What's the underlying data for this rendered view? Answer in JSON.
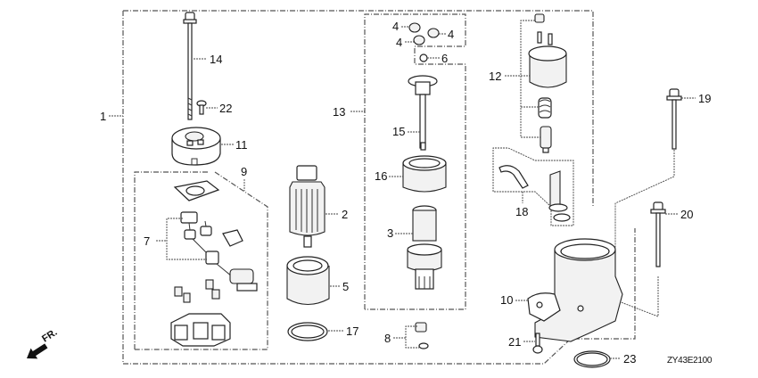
{
  "diagram": {
    "title": "Starter Motor Exploded Parts Diagram",
    "diagram_code": "ZY43E2100",
    "direction_indicator": "FR.",
    "callouts": [
      {
        "ref": "1",
        "part": "starter-motor-assembly"
      },
      {
        "ref": "2",
        "part": "armature"
      },
      {
        "ref": "3",
        "part": "pinion-clutch"
      },
      {
        "ref": "4",
        "part": "nut"
      },
      {
        "ref": "5",
        "part": "yoke"
      },
      {
        "ref": "6",
        "part": "steel-ball"
      },
      {
        "ref": "7",
        "part": "brush-set"
      },
      {
        "ref": "8",
        "part": "terminal-nut-washer"
      },
      {
        "ref": "9",
        "part": "brush-holder-set"
      },
      {
        "ref": "10",
        "part": "front-housing"
      },
      {
        "ref": "11",
        "part": "rear-cover"
      },
      {
        "ref": "12",
        "part": "solenoid-switch"
      },
      {
        "ref": "13",
        "part": "gear-assembly"
      },
      {
        "ref": "14",
        "part": "through-bolt"
      },
      {
        "ref": "15",
        "part": "pinion-shaft"
      },
      {
        "ref": "16",
        "part": "internal-gear"
      },
      {
        "ref": "17",
        "part": "yoke-seal-ring"
      },
      {
        "ref": "18",
        "part": "lever-set"
      },
      {
        "ref": "19",
        "part": "flange-bolt-long"
      },
      {
        "ref": "20",
        "part": "flange-bolt"
      },
      {
        "ref": "21",
        "part": "screw"
      },
      {
        "ref": "22",
        "part": "screw-small"
      },
      {
        "ref": "23",
        "part": "o-ring"
      }
    ]
  }
}
